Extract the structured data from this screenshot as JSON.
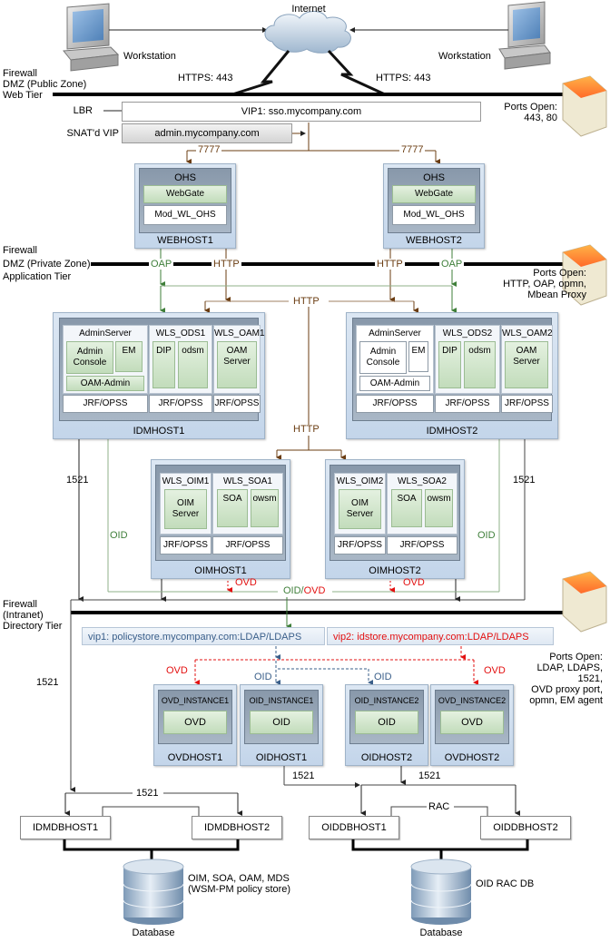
{
  "internet": {
    "label": "Internet"
  },
  "workstations": [
    {
      "label": "Workstation",
      "link": "HTTPS: 443"
    },
    {
      "label": "Workstation",
      "link": "HTTPS: 443"
    }
  ],
  "tiers": {
    "web": {
      "lines": [
        "Firewall",
        "DMZ (Public Zone)",
        "Web Tier"
      ],
      "ports_title": "Ports Open:",
      "ports": "443, 80"
    },
    "app": {
      "lines": [
        "Firewall",
        "DMZ (Private Zone)",
        "Application Tier"
      ],
      "ports_title": "Ports Open:",
      "ports": [
        "HTTP, OAP, opmn,",
        "Mbean Proxy"
      ]
    },
    "dir": {
      "lines": [
        "Firewall",
        "(Intranet)",
        "Directory Tier"
      ],
      "ports_title": "Ports Open:",
      "ports": [
        "LDAP, LDAPS,",
        "1521,",
        "OVD proxy port,",
        "opmn, EM agent"
      ]
    }
  },
  "lbr": {
    "label": "LBR",
    "vip1": "VIP1: sso.mycompany.com",
    "snat_label": "SNAT'd VIP",
    "snat_value": "admin.mycompany.com",
    "port": "7777"
  },
  "webhosts": [
    {
      "name": "WEBHOST1",
      "ohs": "OHS",
      "webgate": "WebGate",
      "mod": "Mod_WL_OHS"
    },
    {
      "name": "WEBHOST2",
      "ohs": "OHS",
      "webgate": "WebGate",
      "mod": "Mod_WL_OHS"
    }
  ],
  "protocols": {
    "oap": "OAP",
    "http": "HTTP",
    "oid": "OID",
    "ovd": "OVD",
    "oid_slash": "OID/",
    "port_1521": "1521",
    "rac": "RAC"
  },
  "idmhosts": [
    {
      "name": "IDMHOST1",
      "admin": "AdminServer",
      "admin_console": "Admin Console",
      "em": "EM",
      "oam_admin": "OAM-Admin",
      "ods": "WLS_ODS1",
      "dip": "DIP",
      "odsm": "odsm",
      "oam": "WLS_OAM1",
      "oam_server": "OAM Server",
      "jrf": "JRF/OPSS"
    },
    {
      "name": "IDMHOST2",
      "admin": "AdminServer",
      "admin_console": "Admin Console",
      "em": "EM",
      "oam_admin": "OAM-Admin",
      "ods": "WLS_ODS2",
      "dip": "DIP",
      "odsm": "odsm",
      "oam": "WLS_OAM2",
      "oam_server": "OAM Server",
      "jrf": "JRF/OPSS"
    }
  ],
  "oimhosts": [
    {
      "name": "OIMHOST1",
      "oim": "WLS_OIM1",
      "oim_server": "OIM Server",
      "soa": "WLS_SOA1",
      "soa_label": "SOA",
      "owsm": "owsm",
      "jrf": "JRF/OPSS"
    },
    {
      "name": "OIMHOST2",
      "oim": "WLS_OIM2",
      "oim_server": "OIM Server",
      "soa": "WLS_SOA2",
      "soa_label": "SOA",
      "owsm": "owsm",
      "jrf": "JRF/OPSS"
    }
  ],
  "vips": {
    "vip1": "vip1: policystore.mycompany.com:LDAP/LDAPS",
    "vip2": "vip2: idstore.mycompany.com:LDAP/LDAPS"
  },
  "dirhosts": [
    {
      "name": "OVDHOST1",
      "instance": "OVD_INSTANCE1",
      "component": "OVD"
    },
    {
      "name": "OIDHOST1",
      "instance": "OID_INSTANCE1",
      "component": "OID"
    },
    {
      "name": "OIDHOST2",
      "instance": "OID_INSTANCE2",
      "component": "OID"
    },
    {
      "name": "OVDHOST2",
      "instance": "OVD_INSTANCE2",
      "component": "OVD"
    }
  ],
  "dbhosts": [
    "IDMDBHOST1",
    "IDMDBHOST2",
    "OIDDBHOST1",
    "OIDDBHOST2"
  ],
  "databases": [
    {
      "label": "Database",
      "desc": [
        "OIM, SOA, OAM, MDS",
        "(WSM-PM policy store)"
      ]
    },
    {
      "label": "Database",
      "desc": [
        "OID RAC DB"
      ]
    }
  ]
}
